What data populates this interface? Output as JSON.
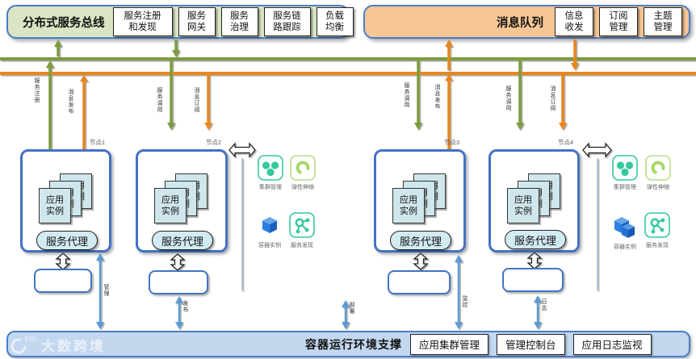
{
  "colors": {
    "panel_green_fill": "#d9e5c3",
    "panel_orange_fill": "#f6c694",
    "panel_border": "#4a7cc6",
    "bus_green": "#7d9c3e",
    "bus_orange": "#e8871d",
    "node_border": "#4472c4",
    "card_fill": "#cfe7ec",
    "proxy_fill": "#d2ebf3",
    "bottom_bar_fill": "#c3d7ef",
    "connector_blue": "#5b9bd5",
    "icon_teal": "#35c79f",
    "icon_green": "#a6d86c",
    "icon_blue": "#2979de"
  },
  "service_bus": {
    "title": "分布式服务总线",
    "items": [
      "服务注册\n和发现",
      "服务\n网关",
      "服务\n治理",
      "服务链\n路跟踪",
      "负载\n均衡"
    ]
  },
  "message_queue": {
    "title": "消息队列",
    "items": [
      "信息\n收发",
      "订阅\n管理",
      "主题\n管理"
    ]
  },
  "nodes": [
    {
      "label": "节点1",
      "instance": "应用\n实例",
      "proxy": "服务代理",
      "bus_label": "服务注册",
      "mq_label": "消息发布",
      "bottom_label": "管理"
    },
    {
      "label": "节点2",
      "instance": "应用\n实例",
      "proxy": "服务代理",
      "bus_label": "服务调用",
      "mq_label": "消息订阅",
      "bottom_label": "发布"
    },
    {
      "label": "节点3",
      "instance": "应用\n实例",
      "proxy": "服务代理",
      "bus_label": "服务调用",
      "mq_label": "消息发布",
      "bottom_label": "监控"
    },
    {
      "label": "节点4",
      "instance": "应用\n实例",
      "proxy": "服务代理",
      "bus_label": "服务调用",
      "mq_label": "消息订阅",
      "bottom_label": "日志"
    }
  ],
  "icons": {
    "cluster": "集群管理",
    "scale": "弹性伸缩",
    "container": "容器实例",
    "share": "服务发现"
  },
  "center_label": "部署",
  "container_bar": {
    "title": "容器运行环境支撑",
    "items": [
      "应用集群管理",
      "管理控制台",
      "应用日志监视"
    ]
  },
  "watermark": {
    "logo": "100",
    "text": "大数跨境"
  }
}
